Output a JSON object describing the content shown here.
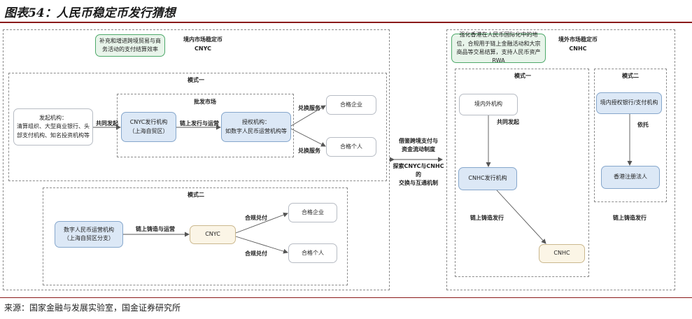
{
  "figure": {
    "title": "图表54：人民币稳定币发行猜想",
    "source": "来源：国家金融与发展实验室，国金证券研究所"
  },
  "left_panel": {
    "note": "补充和增进跨境贸易与商务活动的支付结算效率",
    "market_name": "境内市场稳定币",
    "market_code": "CNYC",
    "mode1": {
      "title": "模式一",
      "wholesale_label": "批发市场",
      "initiator": "发起机构：\n清算组织、大型商业银行、头部支付机构、知名投资机构等",
      "issuer": "CNYC发行机构\n（上海自贸区）",
      "authorized": "授权机构：\n如数字人民币运营机构等",
      "enterprise": "合格企业",
      "individual": "合格个人",
      "edge_joint": "共同发起",
      "edge_chain": "链上发行与运营",
      "edge_exchange_1": "兑换服务",
      "edge_exchange_2": "兑换服务"
    },
    "mode2": {
      "title": "模式二",
      "operator": "数字人民币运营机构\n（上海自贸区分支）",
      "coin": "CNYC",
      "enterprise": "合格企业",
      "individual": "合格个人",
      "edge_mint": "链上铸造与运营",
      "edge_pay_1": "合规兑付",
      "edge_pay_2": "合规兑付"
    }
  },
  "middle": {
    "top": "借鉴跨境支付与\n资金流动制度",
    "bottom": "探索CNYC与CNHC的\n交换与互通机制"
  },
  "right_panel": {
    "note": "强化香港在人民币国际化中的地位，合规用于链上金融活动和大宗商品等交易结算，支持人民币资产RWA",
    "market_name": "境外市场稳定币",
    "market_code": "CNHC",
    "mode1": {
      "title": "模式一",
      "institutions": "境内外机构",
      "edge_joint": "共同发起",
      "issuer": "CNHC发行机构",
      "edge_mint": "链上铸造发行",
      "coin": "CNHC"
    },
    "mode2": {
      "title": "模式二",
      "bank": "境内授权银行/支付机构",
      "edge_rely": "依托",
      "legal": "香港注册法人",
      "edge_mint": "链上铸造发行"
    }
  },
  "colors": {
    "title_rule": "#8a1a1a",
    "green_box": "#e8f4ea",
    "blue_box": "#dce8f6",
    "tan_box": "#fbf5e6",
    "arrow": "#555555"
  }
}
